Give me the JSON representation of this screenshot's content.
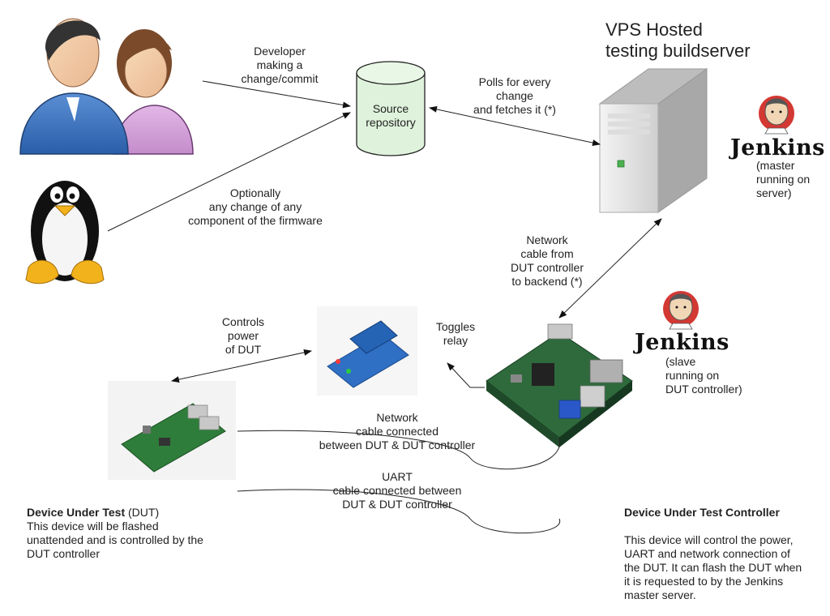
{
  "title": "VPS Hosted\ntesting buildserver",
  "developer_label": "Developer\nmaking a\nchange/commit",
  "optional_label": "Optionally\nany change of any\ncomponent of the firmware",
  "repository_label": "Source\nrepository",
  "polls_label": "Polls for every\nchange\nand fetches it (*)",
  "network_backend_label": "Network\ncable from\nDUT controller\nto backend (*)",
  "controls_label": "Controls\npower\nof DUT",
  "toggles_label": "Toggles\nrelay",
  "network_dut_label": "Network\ncable connected\nbetween DUT & DUT controller",
  "uart_label": "UART\ncable connected between\nDUT & DUT controller",
  "jenkins_master": {
    "logo_text": "Jenkins",
    "caption": "(master\nrunning on\nserver)"
  },
  "jenkins_slave": {
    "logo_text": "Jenkins",
    "caption": "(slave\nrunning on\nDUT controller)"
  },
  "dut": {
    "heading": "Device Under Test",
    "heading_suffix": " (DUT)",
    "description": "This device will be flashed\nunattended and is controlled by the\nDUT controller"
  },
  "controller": {
    "heading": "Device Under Test Controller",
    "description": "This device will control the power,\nUART and network connection of\nthe DUT. It can flash the DUT when\nit is requested to by the Jenkins\nmaster server."
  },
  "colors": {
    "repo_fill": "#dff3dc",
    "relay_blue": "#2f6fc4",
    "board_green": "#2e6a3c",
    "server_gray": "#e6e6e6",
    "jenkins_red": "#d33833"
  }
}
